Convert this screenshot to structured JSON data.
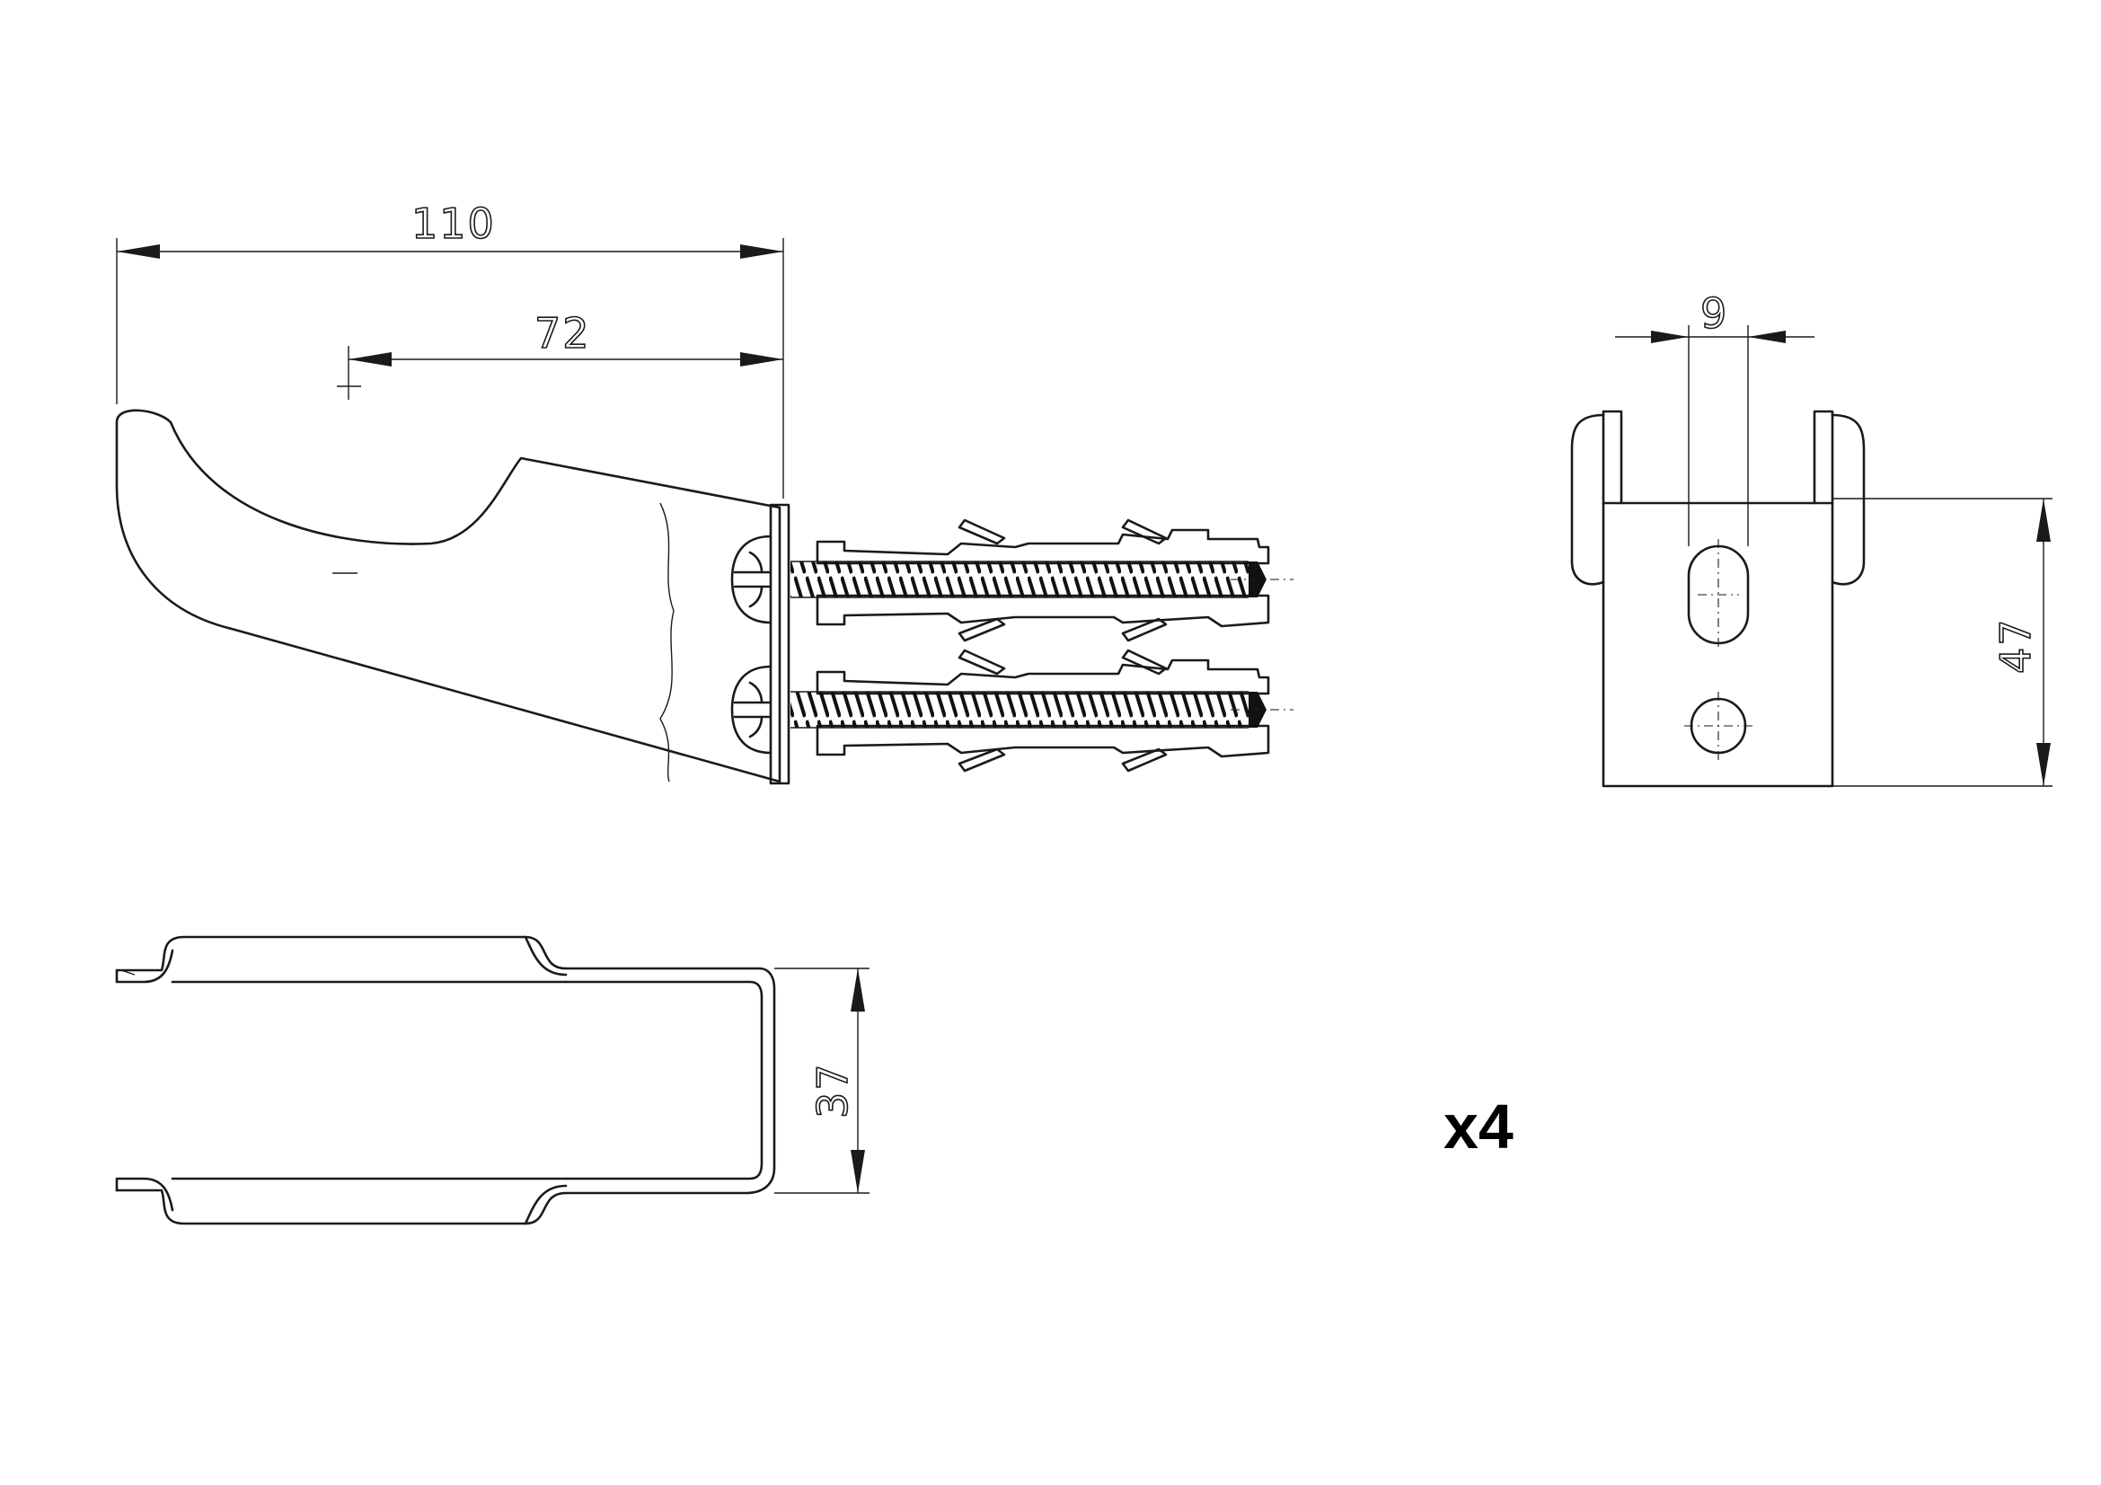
{
  "dimensions": {
    "overall_length": "110",
    "rod_center_to_wall": "72",
    "slot_width": "9",
    "plate_height": "47",
    "bracket_width": "37"
  },
  "quantity": "x4",
  "icons": {
    "side_view": "bracket-side-view-icon",
    "front_view": "bracket-front-view-icon",
    "top_view": "bracket-top-view-icon",
    "screw": "screw-icon",
    "wall_plug": "wall-plug-icon"
  }
}
